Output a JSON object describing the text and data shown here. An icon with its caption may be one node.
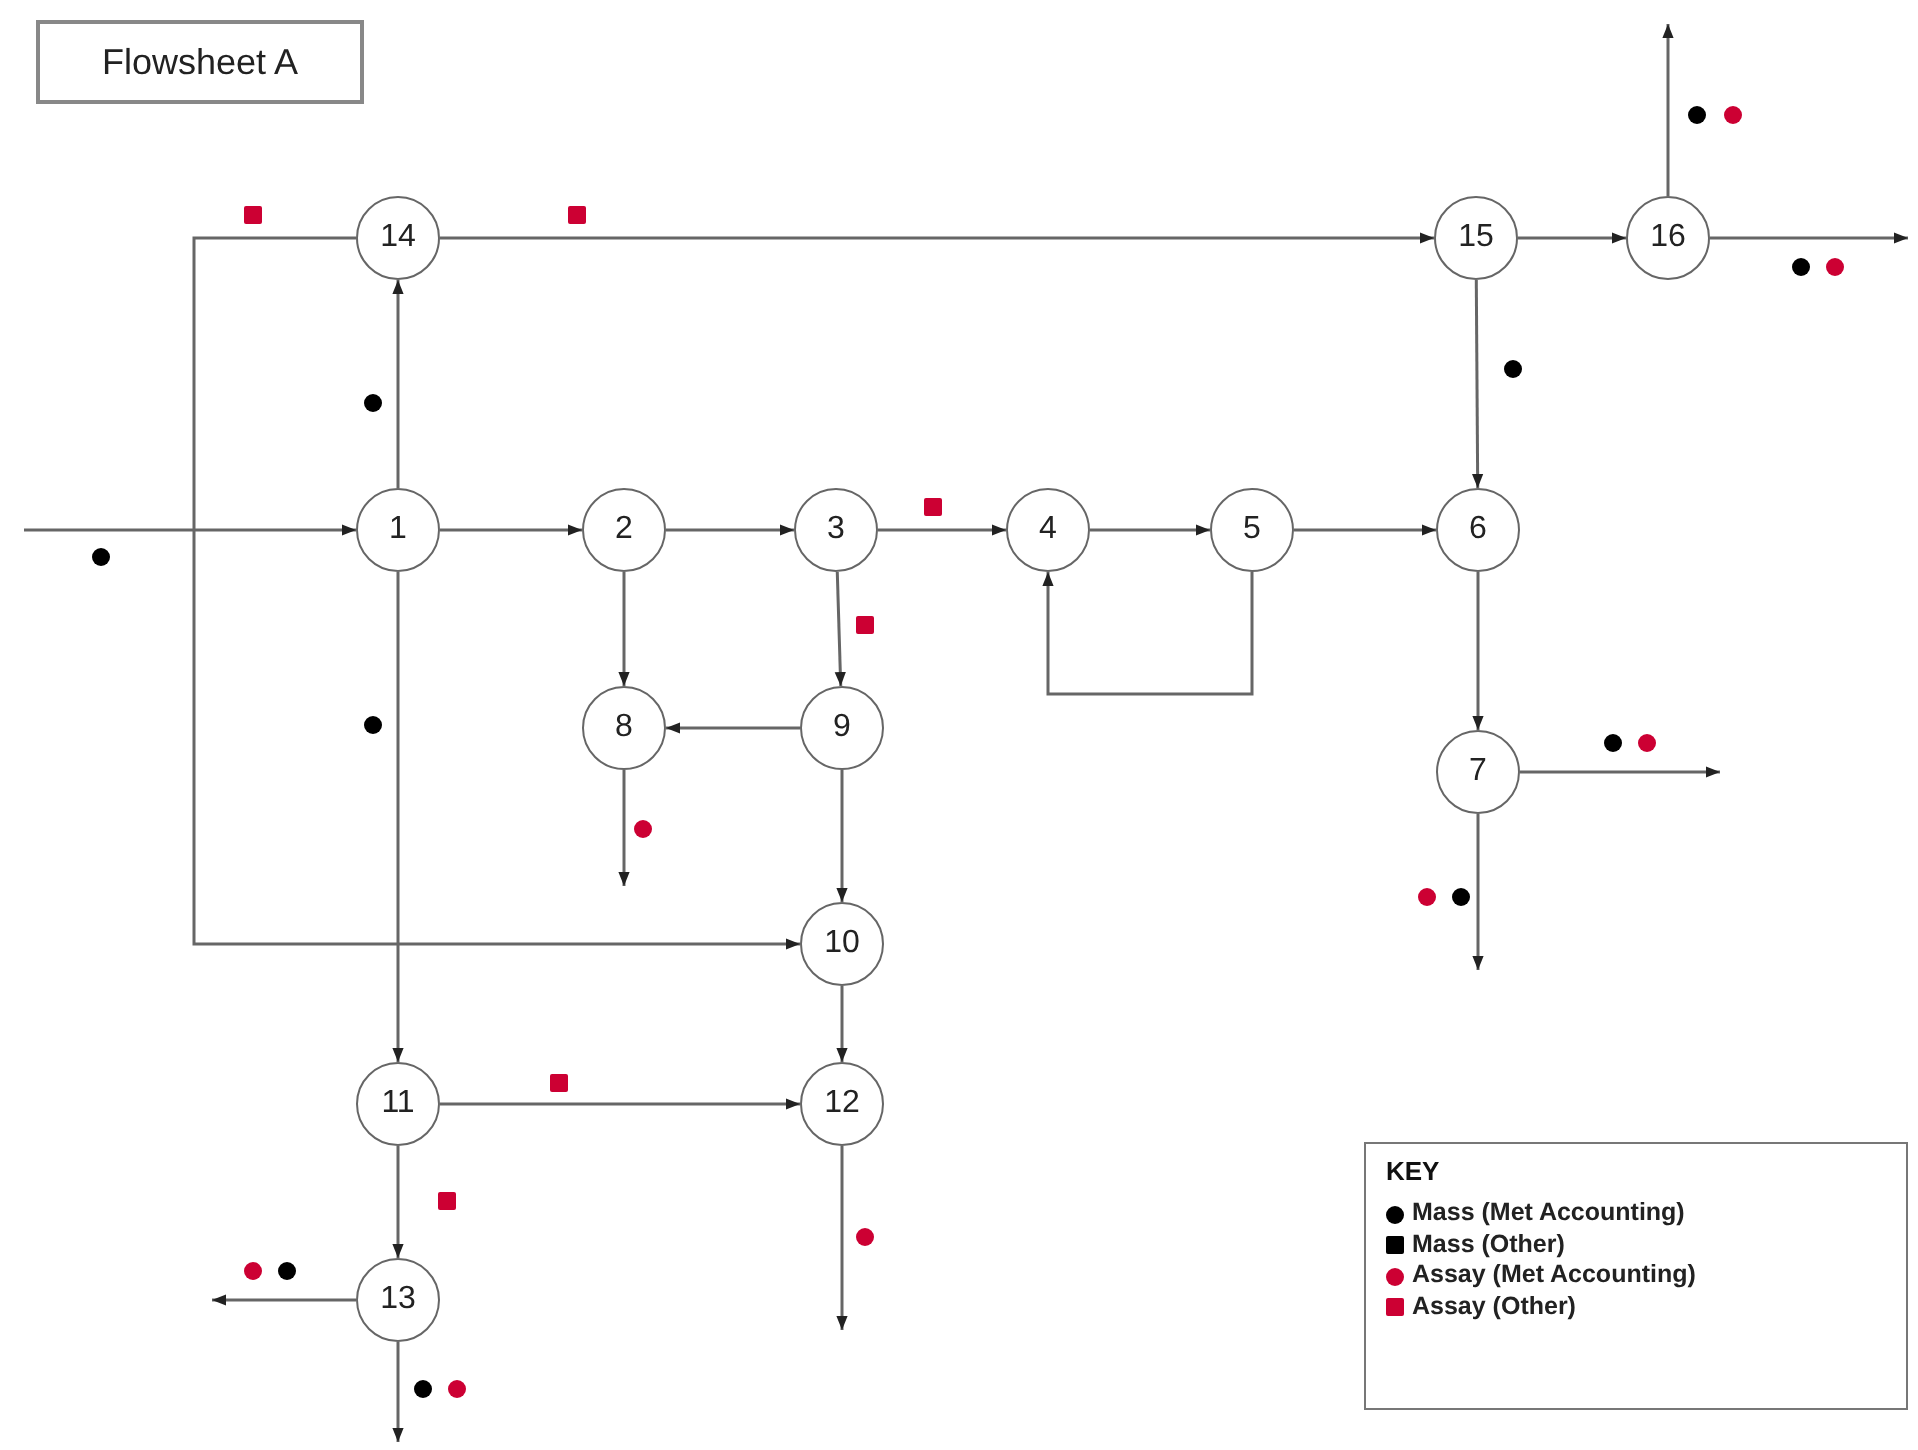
{
  "diagram": {
    "title": "Flowsheet A",
    "nodes": [
      {
        "text": [
          "1"
        ]
      },
      {
        "text": [
          "2"
        ]
      },
      {
        "text": [
          "3"
        ]
      },
      {
        "text": [
          "4"
        ]
      },
      {
        "text": [
          "5"
        ]
      },
      {
        "text": [
          "6"
        ]
      },
      {
        "text": [
          "7"
        ]
      },
      {
        "text": [
          "8"
        ]
      },
      {
        "text": [
          "9"
        ]
      },
      {
        "text": [
          "10"
        ]
      },
      {
        "text": [
          "11"
        ]
      },
      {
        "text": [
          "12"
        ]
      },
      {
        "text": [
          "13"
        ]
      },
      {
        "text": [
          "14"
        ]
      },
      {
        "text": [
          "15"
        ]
      },
      {
        "text": [
          "16"
        ]
      }
    ],
    "edges": [
      {
        "from": null,
        "to": 0,
        "arrow": "to"
      },
      {
        "from": 0,
        "to": 13,
        "arrow": "to"
      },
      {
        "from": 0,
        "to": 1,
        "arrow": "to"
      },
      {
        "from": 1,
        "to": 2,
        "arrow": "to"
      },
      {
        "from": 2,
        "to": 3,
        "arrow": "to"
      },
      {
        "from": 3,
        "to": 4,
        "arrow": "to"
      },
      {
        "from": 4,
        "to": 5,
        "arrow": "to"
      },
      {
        "from": 4,
        "to": 3,
        "arrow": "to"
      },
      {
        "from": 1,
        "to": 7,
        "arrow": "to"
      },
      {
        "from": 2,
        "to": 8,
        "arrow": "to"
      },
      {
        "from": 8,
        "to": 7,
        "arrow": "to"
      },
      {
        "from": 8,
        "to": 9,
        "arrow": "to"
      },
      {
        "from": 9,
        "to": 11,
        "arrow": "to"
      },
      {
        "from": 0,
        "to": 10,
        "arrow": "to"
      },
      {
        "from": 10,
        "to": 11,
        "arrow": "to"
      },
      {
        "from": 10,
        "to": 12,
        "arrow": "to"
      },
      {
        "from": 13,
        "to": 9,
        "arrow": "to"
      },
      {
        "from": 13,
        "to": 14,
        "arrow": "to"
      },
      {
        "from": 14,
        "to": 15,
        "arrow": "to"
      },
      {
        "from": 14,
        "to": 5,
        "arrow": "to"
      },
      {
        "from": 15,
        "to": null,
        "arrow": "to"
      },
      {
        "from": 15,
        "to": null,
        "arrow": "to"
      },
      {
        "from": 5,
        "to": 6,
        "arrow": "to"
      },
      {
        "from": 6,
        "to": null,
        "arrow": "to"
      },
      {
        "from": 6,
        "to": null,
        "arrow": "to"
      },
      {
        "from": 7,
        "to": null,
        "arrow": "to"
      },
      {
        "from": 11,
        "to": null,
        "arrow": "to"
      },
      {
        "from": 12,
        "to": null,
        "arrow": "to"
      },
      {
        "from": 12,
        "to": null,
        "arrow": "to"
      }
    ],
    "labels": [
      "KEY"
    ],
    "legend": [
      {
        "text": "Mass (Met Accounting)",
        "color": "#000000"
      },
      {
        "text": "Mass (Other)",
        "color": "#000000"
      },
      {
        "text": "Assay (Met Accounting)",
        "color": "#cc0033"
      },
      {
        "text": "Assay (Other)",
        "color": "#cc0033"
      }
    ]
  }
}
